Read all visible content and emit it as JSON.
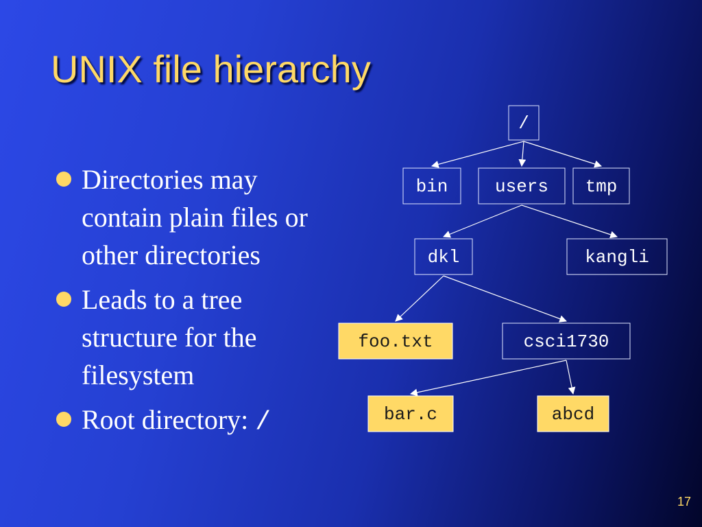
{
  "slide": {
    "title": "UNIX file hierarchy",
    "page_number": "17",
    "bullets": [
      {
        "text": "Directories may contain plain files or other directories"
      },
      {
        "text": "Leads to a tree structure for the filesystem"
      },
      {
        "text": "Root directory: ",
        "code": "/"
      }
    ]
  },
  "colors": {
    "title": "#ffd966",
    "bullet": "#ffd966",
    "highlight_fill": "#ffd966",
    "node_border": "#e0e6ff",
    "text": "#ffffff"
  },
  "tree": {
    "nodes": [
      {
        "id": "root",
        "label": "/",
        "highlight": false
      },
      {
        "id": "bin",
        "label": "bin",
        "highlight": false
      },
      {
        "id": "users",
        "label": "users",
        "highlight": false
      },
      {
        "id": "tmp",
        "label": "tmp",
        "highlight": false
      },
      {
        "id": "dkl",
        "label": "dkl",
        "highlight": false
      },
      {
        "id": "kangli",
        "label": "kangli",
        "highlight": false
      },
      {
        "id": "foo",
        "label": "foo.txt",
        "highlight": true
      },
      {
        "id": "csci",
        "label": "csci1730",
        "highlight": false
      },
      {
        "id": "barc",
        "label": "bar.c",
        "highlight": true
      },
      {
        "id": "abcd",
        "label": "abcd",
        "highlight": true
      }
    ],
    "edges": [
      {
        "from": "root",
        "to": "bin"
      },
      {
        "from": "root",
        "to": "users"
      },
      {
        "from": "root",
        "to": "tmp"
      },
      {
        "from": "users",
        "to": "dkl"
      },
      {
        "from": "users",
        "to": "kangli"
      },
      {
        "from": "dkl",
        "to": "foo"
      },
      {
        "from": "dkl",
        "to": "csci"
      },
      {
        "from": "csci",
        "to": "barc"
      },
      {
        "from": "csci",
        "to": "abcd"
      }
    ]
  }
}
